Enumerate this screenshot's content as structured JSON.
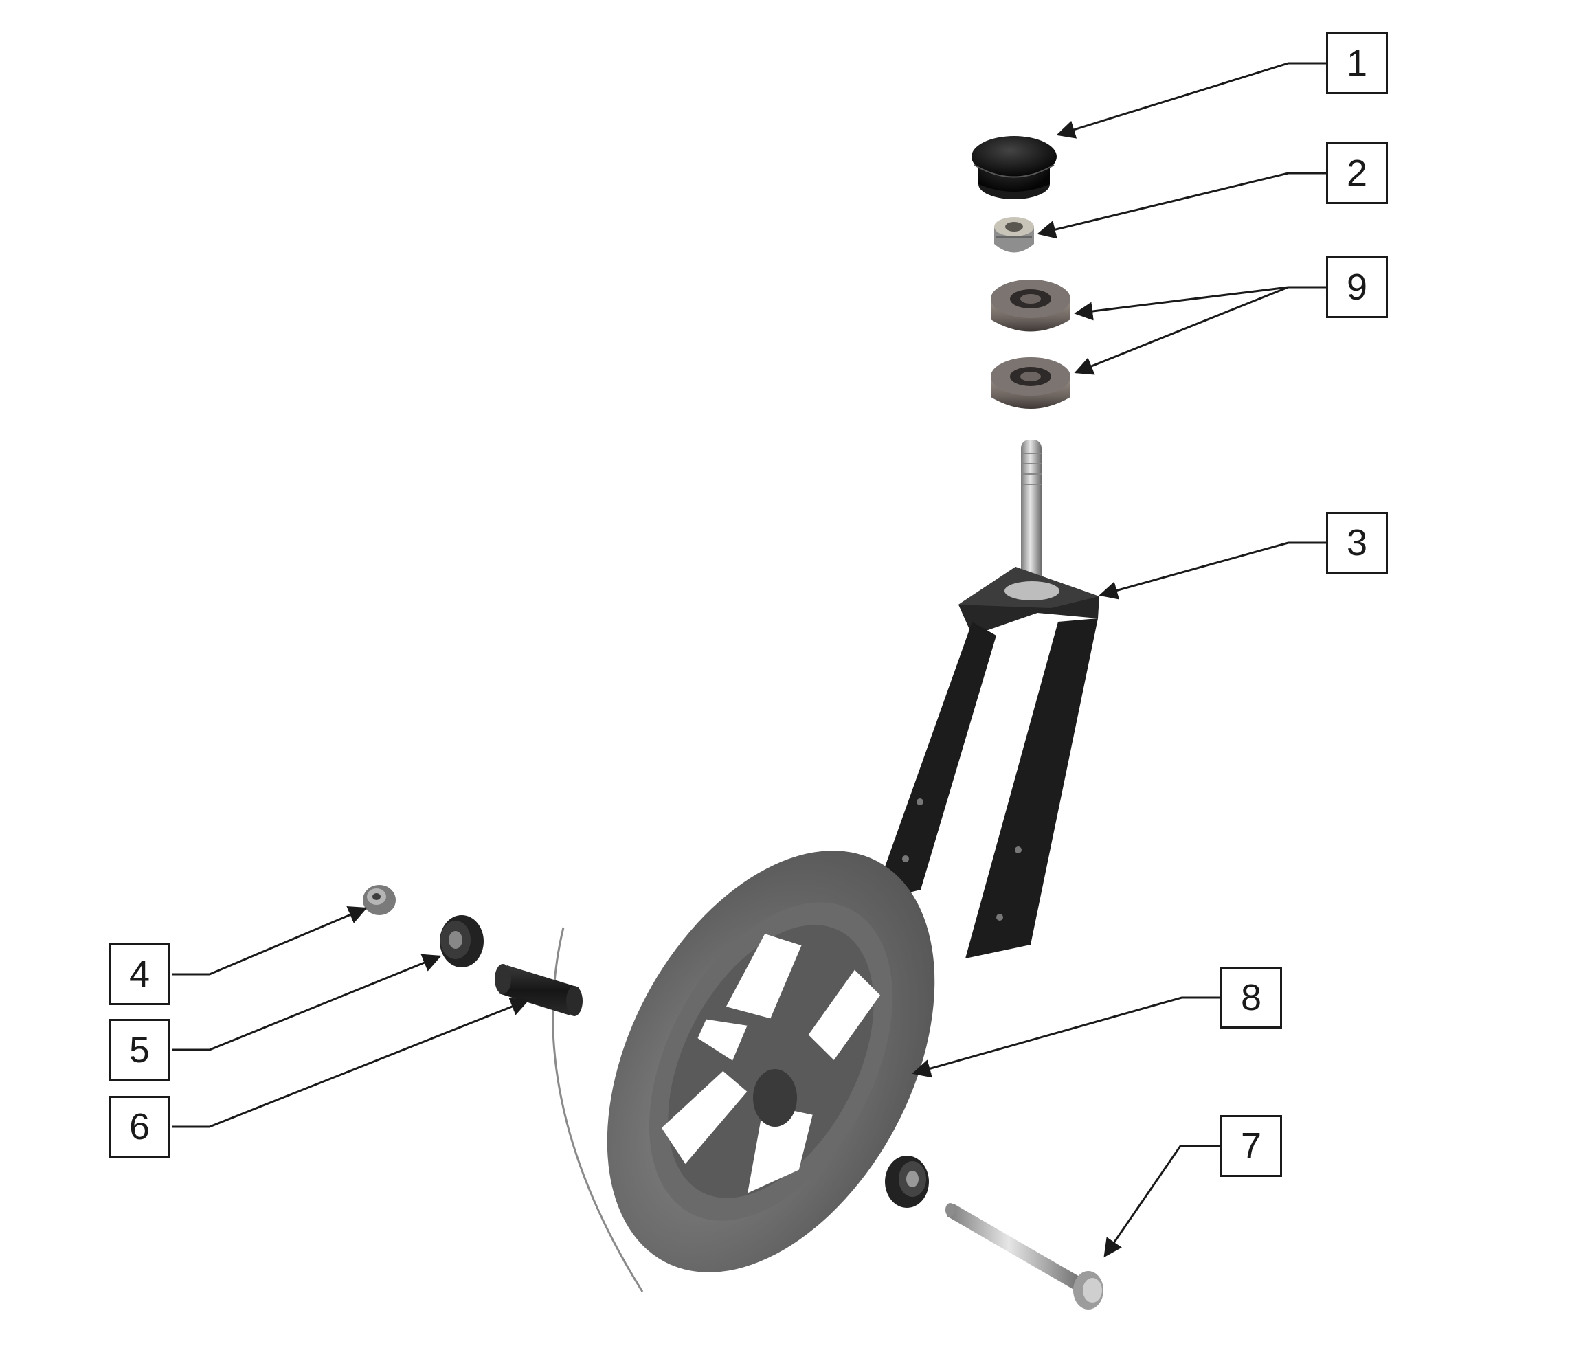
{
  "diagram": {
    "type": "exploded-parts-view",
    "colors": {
      "line": "#1a1a1a",
      "background": "#ffffff",
      "tire": "#6e6e6e",
      "fork": "#1c1c1c",
      "metal": "#a8a8a8"
    },
    "callouts": [
      {
        "id": "1",
        "label": "1",
        "part": "cap"
      },
      {
        "id": "2",
        "label": "2",
        "part": "nut"
      },
      {
        "id": "9",
        "label": "9",
        "part": "bearings"
      },
      {
        "id": "3",
        "label": "3",
        "part": "fork"
      },
      {
        "id": "4",
        "label": "4",
        "part": "axle-nut"
      },
      {
        "id": "5",
        "label": "5",
        "part": "bearing"
      },
      {
        "id": "6",
        "label": "6",
        "part": "spacer"
      },
      {
        "id": "8",
        "label": "8",
        "part": "wheel"
      },
      {
        "id": "7",
        "label": "7",
        "part": "axle-bolt"
      }
    ]
  }
}
